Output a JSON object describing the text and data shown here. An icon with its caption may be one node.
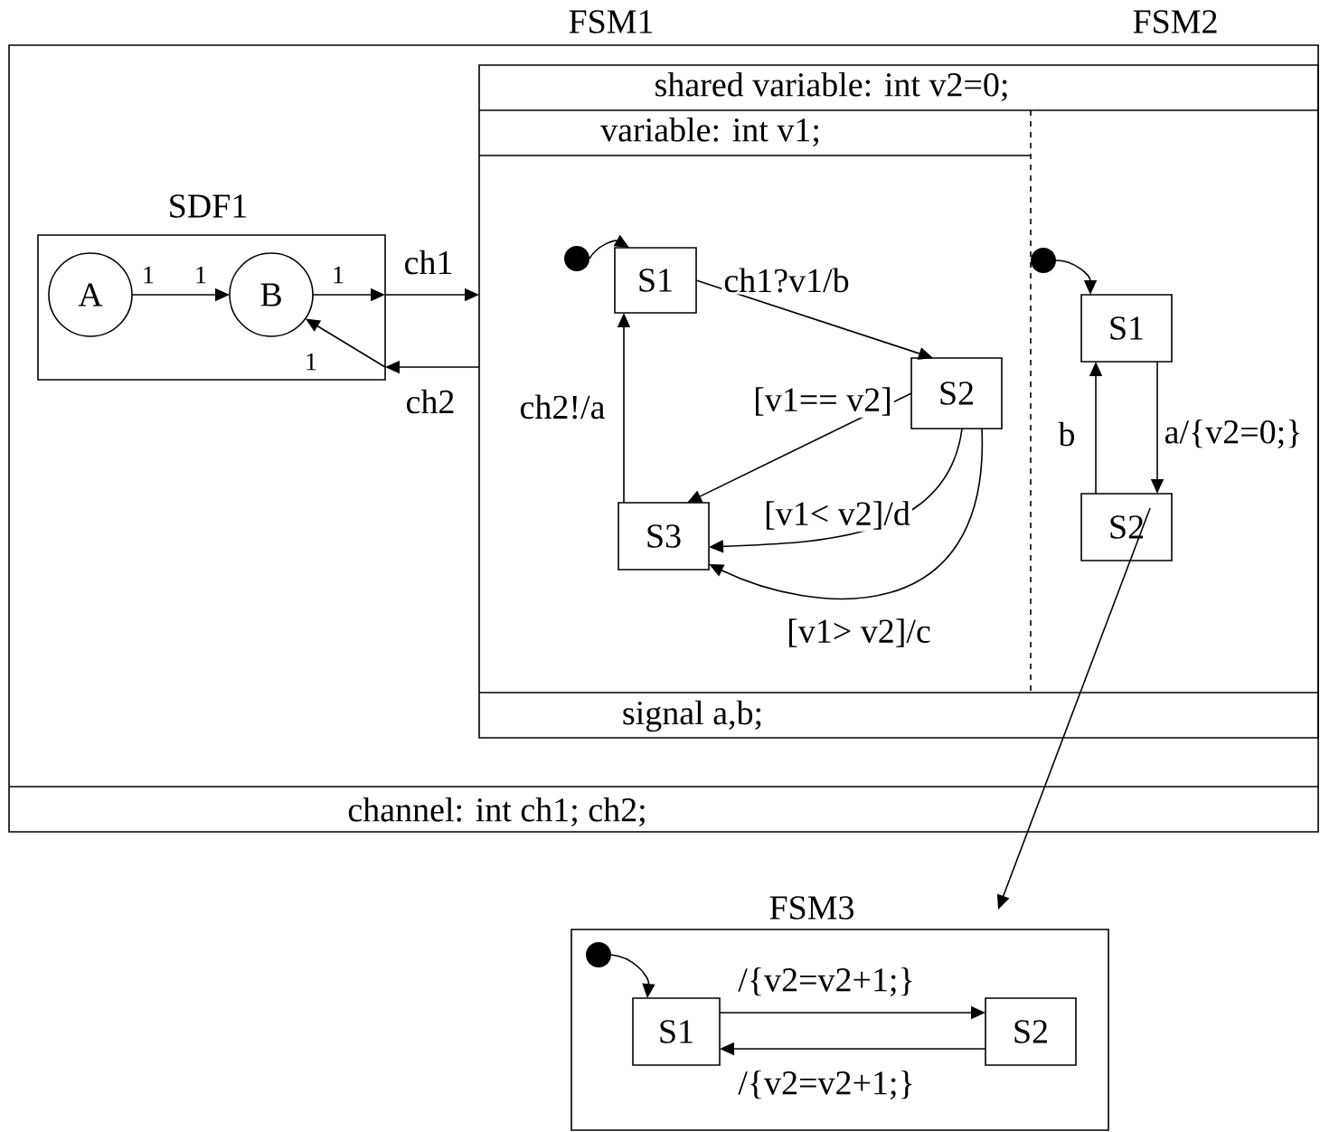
{
  "diagram": {
    "nodes": [
      {
        "text": [
          "channel: int ch1; ch2;"
        ]
      },
      {
        "text": [
          "SDF1"
        ],
        "in": 0
      },
      {
        "text": [
          "A"
        ],
        "in": 1
      },
      {
        "text": [
          "B"
        ],
        "in": 1
      },
      {
        "text": [
          "shared variable: int v2=0;",
          "variable: int v1;",
          "signal a,b;"
        ],
        "in": 0
      },
      {
        "text": [],
        "shape": "circle",
        "in": 4
      },
      {
        "text": [
          "S1"
        ],
        "in": 4
      },
      {
        "text": [
          "S2"
        ],
        "in": 4
      },
      {
        "text": [
          "S3"
        ],
        "in": 4
      },
      {
        "text": [],
        "shape": "circle",
        "in": 4
      },
      {
        "text": [
          "S1"
        ],
        "in": 4
      },
      {
        "text": [
          "S2"
        ],
        "in": 4
      },
      {
        "text": [
          "FSM3"
        ]
      },
      {
        "text": [],
        "shape": "circle",
        "in": 12
      },
      {
        "text": [
          "S1"
        ],
        "in": 12
      },
      {
        "text": [
          "S2"
        ],
        "in": 12
      }
    ],
    "edges": [
      {
        "from": 2,
        "to": 3,
        "arrow": "to"
      },
      {
        "from": 3,
        "to": 1,
        "arrow": "to"
      },
      {
        "from": 1,
        "to": 4,
        "arrow": "to",
        "label": "ch1"
      },
      {
        "from": 4,
        "to": 1,
        "arrow": "to",
        "label": "ch2"
      },
      {
        "from": 1,
        "to": 3,
        "arrow": "to"
      },
      {
        "from": 5,
        "to": 6,
        "arrow": "to"
      },
      {
        "from": 6,
        "to": 7,
        "arrow": "to",
        "label": "ch1?v1/b"
      },
      {
        "from": 7,
        "to": 8,
        "arrow": "to",
        "label": "[v1== v2]"
      },
      {
        "from": 7,
        "to": 8,
        "arrow": "to",
        "label": "[v1< v2]/d"
      },
      {
        "from": 7,
        "to": 8,
        "arrow": "to",
        "label": "[v1> v2]/c"
      },
      {
        "from": 8,
        "to": 6,
        "arrow": "to",
        "label": "ch2!/a"
      },
      {
        "from": 9,
        "to": 10,
        "arrow": "to"
      },
      {
        "from": 10,
        "to": 11,
        "arrow": "to",
        "label": "a/{v2=0;}"
      },
      {
        "from": 11,
        "to": 10,
        "arrow": "to",
        "label": "b"
      },
      {
        "from": 11,
        "to": 12,
        "arrow": "to"
      },
      {
        "from": 13,
        "to": 14,
        "arrow": "to"
      },
      {
        "from": 14,
        "to": 15,
        "arrow": "to",
        "label": "/{v2=v2+1;}"
      },
      {
        "from": 15,
        "to": 14,
        "arrow": "to",
        "label": "/{v2=v2+1;}"
      }
    ],
    "labels": [
      "FSM1",
      "FSM2",
      "1",
      "1",
      "1",
      "1"
    ]
  }
}
